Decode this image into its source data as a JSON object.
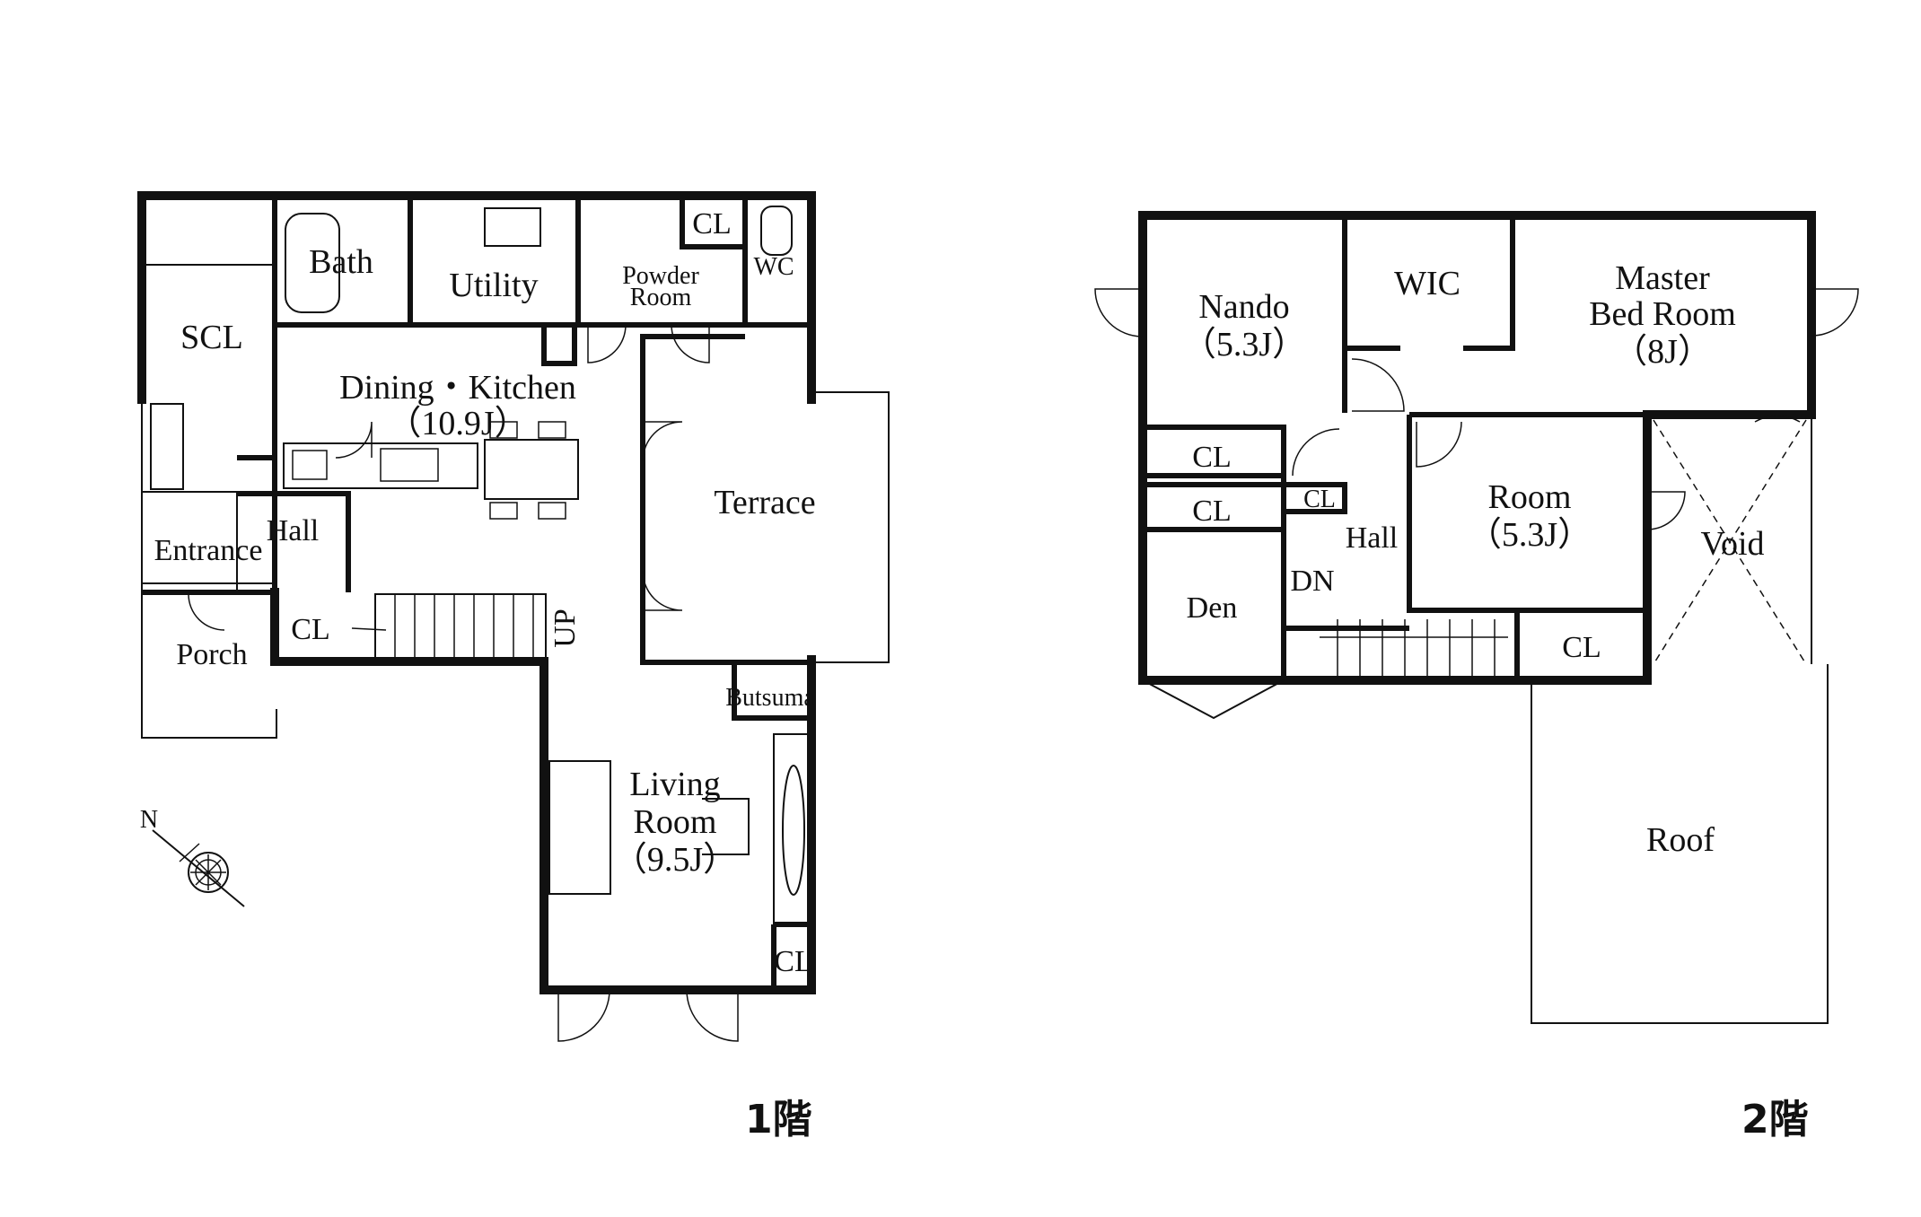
{
  "floor1": {
    "title": "1階",
    "rooms": {
      "bath": "Bath",
      "utility": "Utility",
      "powder_room": [
        "Powder",
        "Room"
      ],
      "cl_top": "CL",
      "wc": "WC",
      "scl": "SCL",
      "dining_kitchen": [
        "Dining・Kitchen",
        "（10.9J）"
      ],
      "terrace": "Terrace",
      "hall": "Hall",
      "entrance": "Entrance",
      "porch": "Porch",
      "cl_hall": "CL",
      "up": "UP",
      "butsuma": "Butsuma",
      "living_room": [
        "Living",
        "Room",
        "（9.5J）"
      ],
      "cl_living": "CL"
    },
    "compass": "N"
  },
  "floor2": {
    "title": "2階",
    "rooms": {
      "nando": [
        "Nando",
        "（5.3J）"
      ],
      "wic": "WIC",
      "master_bed_room": [
        "Master",
        "Bed Room",
        "（8J）"
      ],
      "cl_1": "CL",
      "cl_2": "CL",
      "cl_small": "CL",
      "hall": "Hall",
      "dn": "DN",
      "den": "Den",
      "room": [
        "Room",
        "（5.3J）"
      ],
      "void": "Void",
      "cl_stair": "CL",
      "roof": "Roof"
    }
  }
}
